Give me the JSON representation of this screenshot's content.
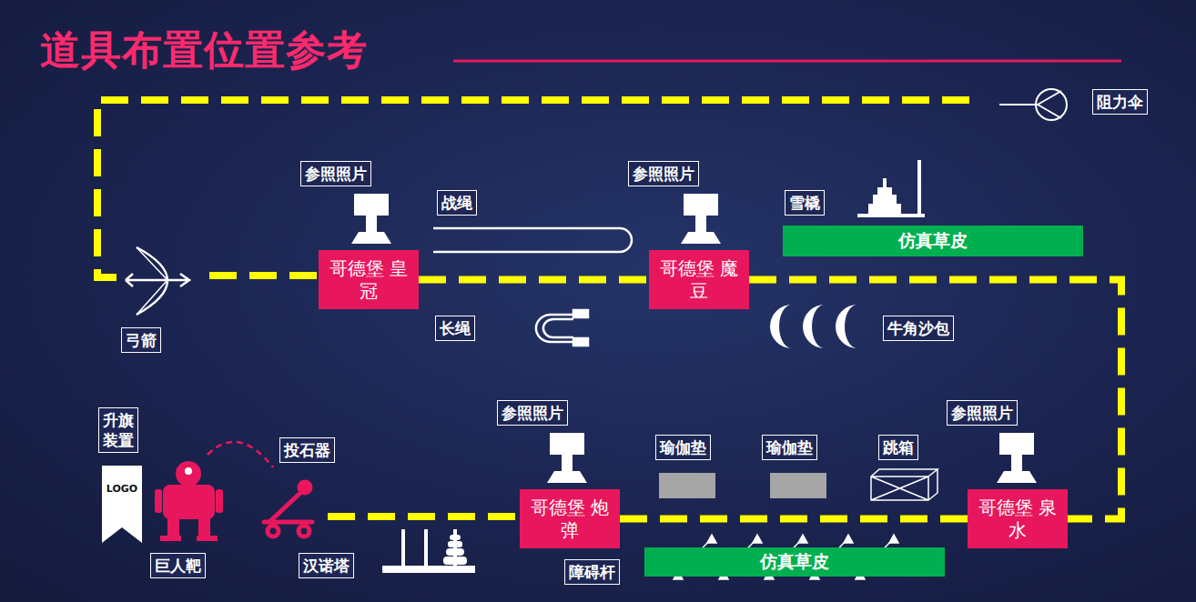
{
  "diagram": {
    "title": "道具布置位置参考",
    "nodes": [
      {
        "text": [
          "参照照片"
        ]
      },
      {
        "text": [
          "参照照片"
        ]
      },
      {
        "text": [
          "阻力伞"
        ]
      },
      {
        "text": [
          "雪橇"
        ]
      },
      {
        "text": [
          "战绳"
        ]
      },
      {
        "text": [
          "仿真草皮"
        ]
      },
      {
        "text": [
          "哥德堡 皇冠"
        ]
      },
      {
        "text": [
          "哥德堡 魔豆"
        ]
      },
      {
        "text": [
          "弓箭"
        ]
      },
      {
        "text": [
          "长绳"
        ]
      },
      {
        "text": [
          "牛角沙包"
        ]
      },
      {
        "text": [
          "升旗装置"
        ]
      },
      {
        "text": [
          "投石器"
        ]
      },
      {
        "text": [
          "参照照片"
        ]
      },
      {
        "text": [
          "参照照片"
        ]
      },
      {
        "text": [
          "瑜伽垫"
        ]
      },
      {
        "text": [
          "瑜伽垫"
        ]
      },
      {
        "text": [
          "跳箱"
        ]
      },
      {
        "text": [
          "哥德堡 炮弹"
        ]
      },
      {
        "text": [
          "哥德堡 泉水"
        ]
      },
      {
        "text": [
          "巨人靶"
        ]
      },
      {
        "text": [
          "汉诺塔"
        ]
      },
      {
        "text": [
          "障碍杆"
        ]
      },
      {
        "text": [
          "仿真草皮"
        ]
      }
    ],
    "edges": [
      {
        "from": 6,
        "to": 7,
        "arrow": "none"
      },
      {
        "from": 7,
        "to": 19,
        "arrow": "none"
      },
      {
        "from": 19,
        "to": 18,
        "arrow": "none"
      }
    ],
    "labels": [
      "LOGO"
    ]
  }
}
